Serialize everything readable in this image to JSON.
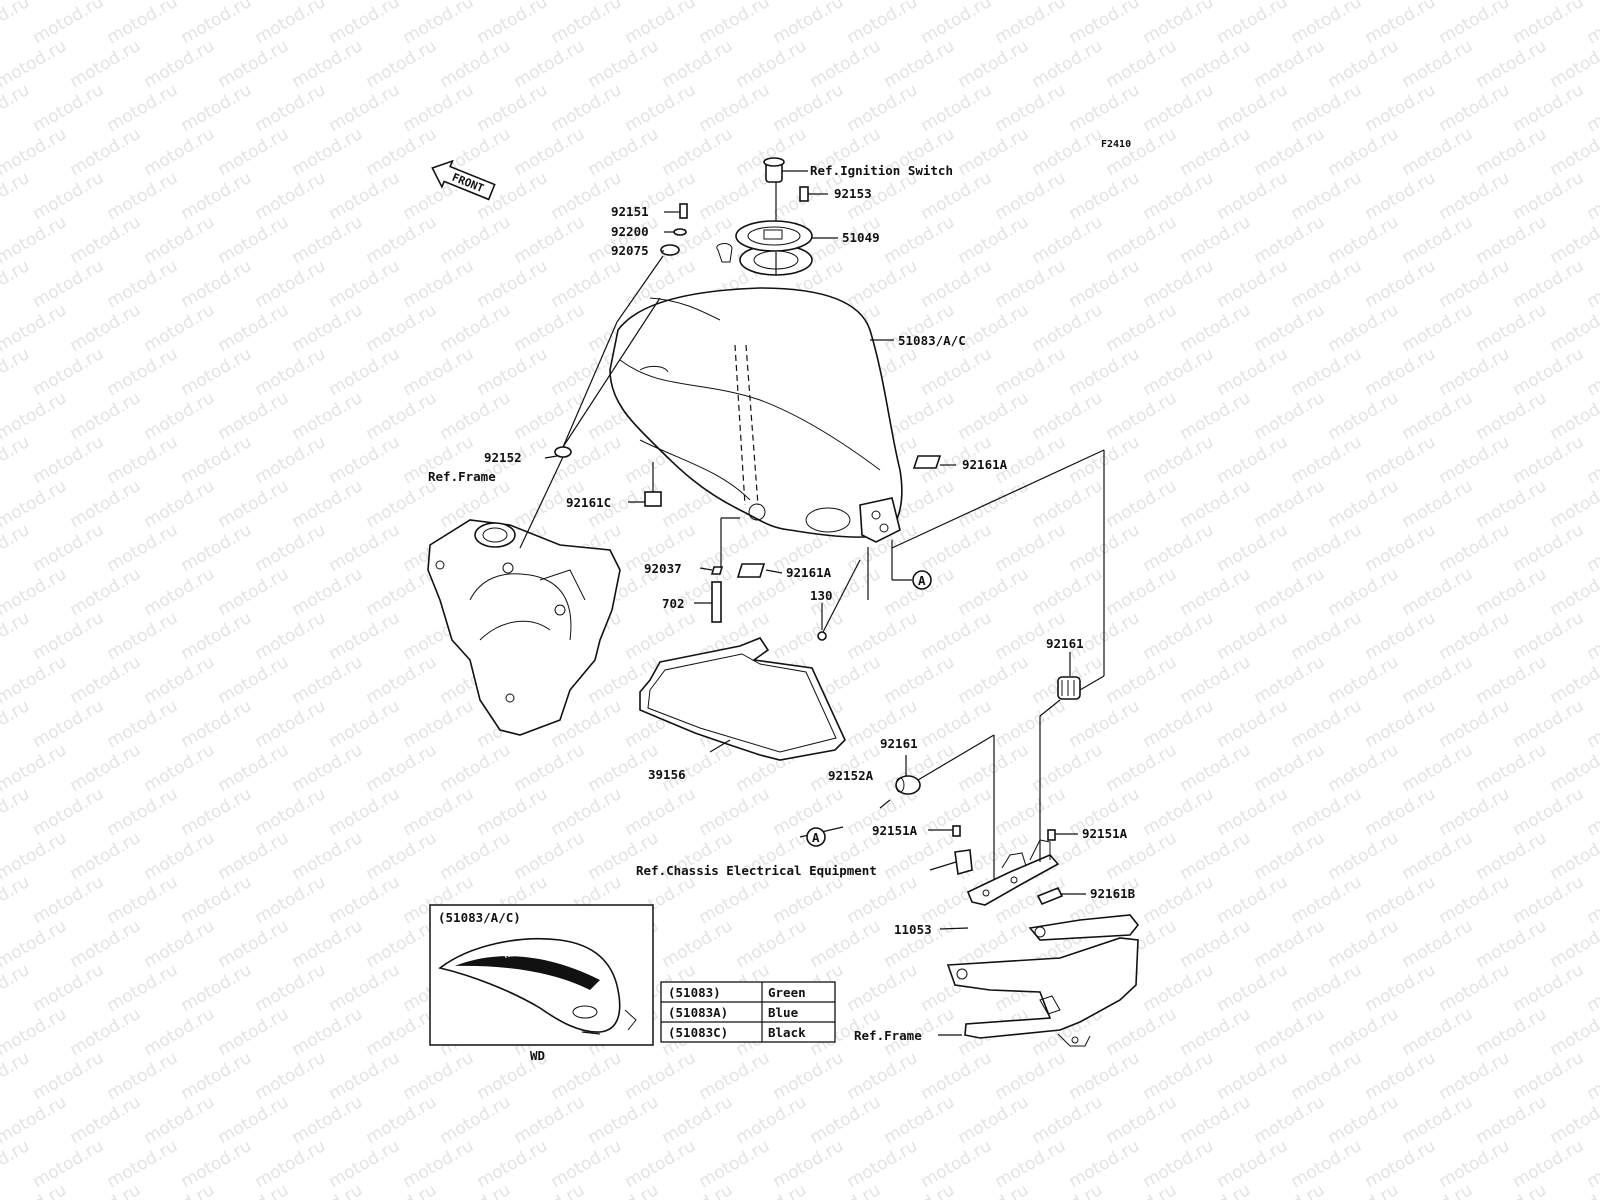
{
  "diagram": {
    "code": "F2410",
    "front_label": "FRONT",
    "watermark_text": "motod.ru",
    "callouts": [
      {
        "id": "ref-ignition",
        "text": "Ref.Ignition Switch"
      },
      {
        "id": "p92153",
        "text": "92153"
      },
      {
        "id": "p51049",
        "text": "51049"
      },
      {
        "id": "p92151",
        "text": "92151"
      },
      {
        "id": "p92200",
        "text": "92200"
      },
      {
        "id": "p92075",
        "text": "92075"
      },
      {
        "id": "p51083ac",
        "text": "51083/A/C"
      },
      {
        "id": "p92152",
        "text": "92152"
      },
      {
        "id": "ref-frame-left",
        "text": "Ref.Frame"
      },
      {
        "id": "p92161c",
        "text": "92161C"
      },
      {
        "id": "p92161a-right",
        "text": "92161A"
      },
      {
        "id": "p92037",
        "text": "92037"
      },
      {
        "id": "p92161a-center",
        "text": "92161A"
      },
      {
        "id": "p130",
        "text": "130"
      },
      {
        "id": "marker-a-top",
        "text": "A"
      },
      {
        "id": "p702",
        "text": "702"
      },
      {
        "id": "p92161-right",
        "text": "92161"
      },
      {
        "id": "p39156",
        "text": "39156"
      },
      {
        "id": "p92161-center",
        "text": "92161"
      },
      {
        "id": "p92152a",
        "text": "92152A"
      },
      {
        "id": "marker-a-bottom",
        "text": "A"
      },
      {
        "id": "p92151a-left",
        "text": "92151A"
      },
      {
        "id": "p92151a-right",
        "text": "92151A"
      },
      {
        "id": "ref-chassis",
        "text": "Ref.Chassis Electrical Equipment"
      },
      {
        "id": "p92161b",
        "text": "92161B"
      },
      {
        "id": "p11053",
        "text": "11053"
      },
      {
        "id": "ref-frame-bottom",
        "text": "Ref.Frame"
      }
    ],
    "inset": {
      "title": "(51083/A/C)",
      "caption": "WD",
      "tank_logo": "Kawasaki"
    },
    "color_table": [
      {
        "code": "(51083)",
        "color": "Green"
      },
      {
        "code": "(51083A)",
        "color": "Blue"
      },
      {
        "code": "(51083C)",
        "color": "Black"
      }
    ]
  }
}
